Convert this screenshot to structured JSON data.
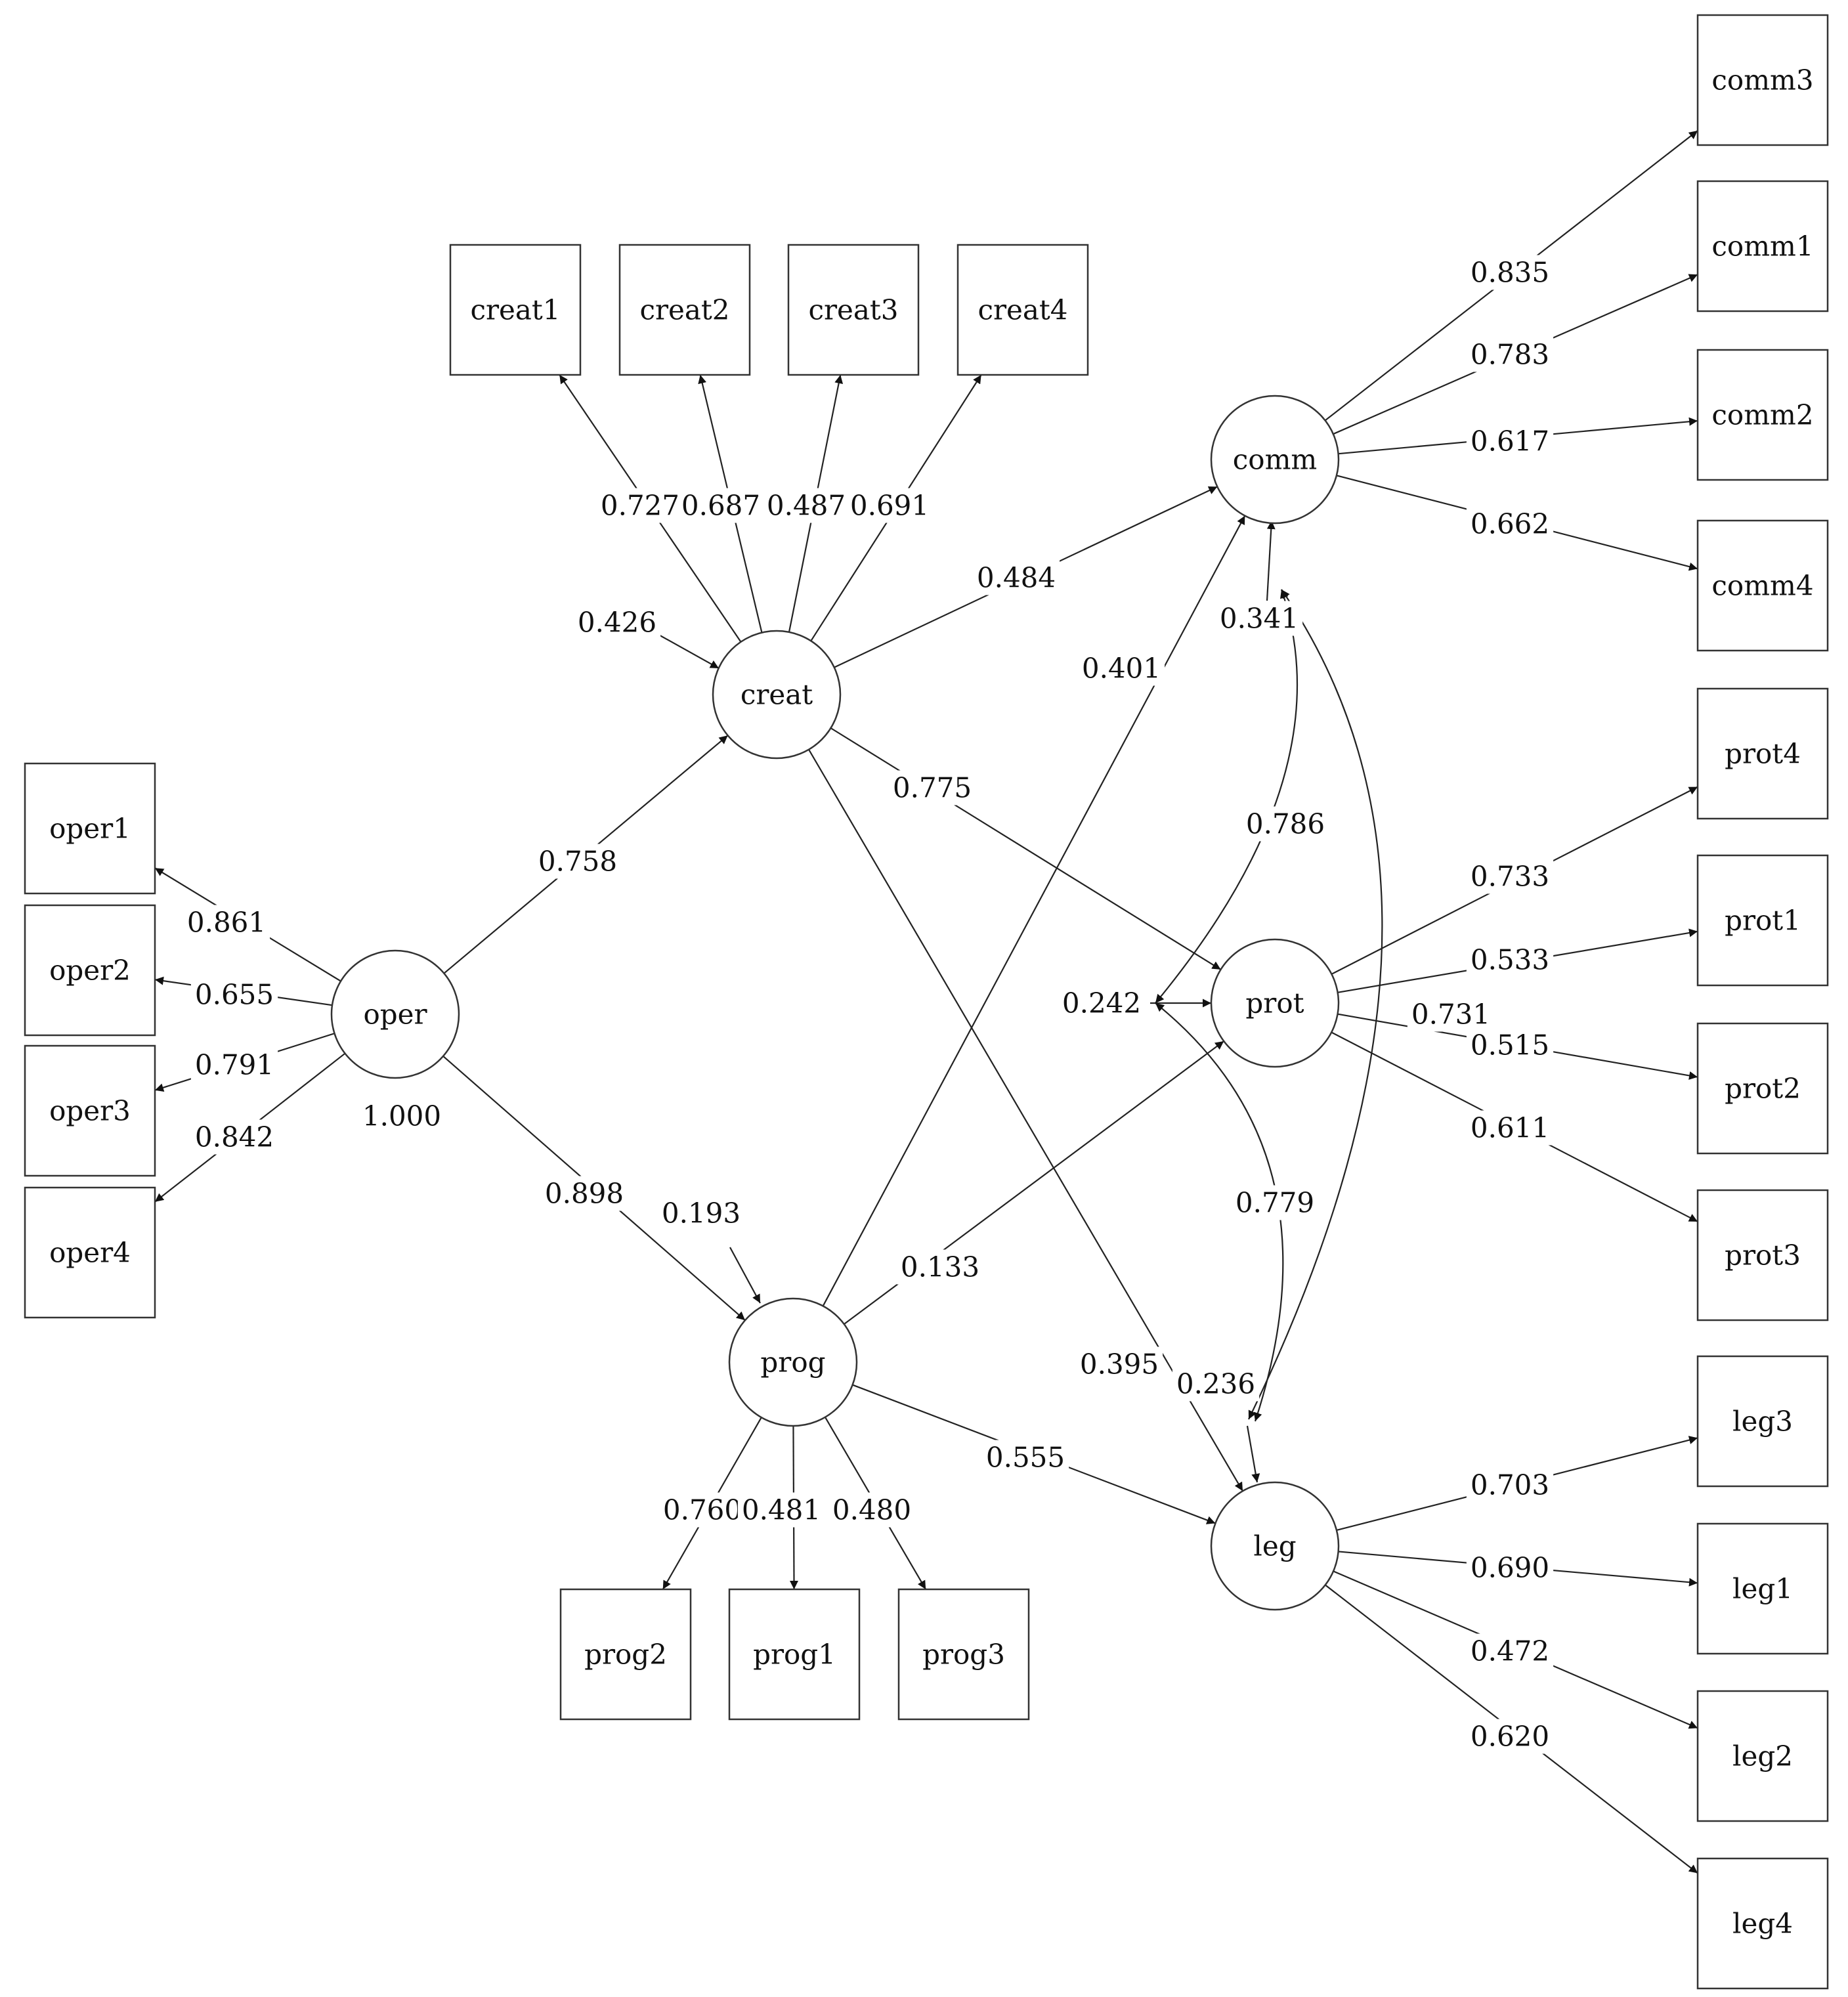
{
  "latent": [
    {
      "id": "oper",
      "label": "oper"
    },
    {
      "id": "creat",
      "label": "creat"
    },
    {
      "id": "prog",
      "label": "prog"
    },
    {
      "id": "comm",
      "label": "comm"
    },
    {
      "id": "prot",
      "label": "prot"
    },
    {
      "id": "leg",
      "label": "leg"
    }
  ],
  "observed": [
    {
      "id": "oper1",
      "label": "oper1"
    },
    {
      "id": "oper2",
      "label": "oper2"
    },
    {
      "id": "oper3",
      "label": "oper3"
    },
    {
      "id": "oper4",
      "label": "oper4"
    },
    {
      "id": "creat1",
      "label": "creat1"
    },
    {
      "id": "creat2",
      "label": "creat2"
    },
    {
      "id": "creat3",
      "label": "creat3"
    },
    {
      "id": "creat4",
      "label": "creat4"
    },
    {
      "id": "prog2",
      "label": "prog2"
    },
    {
      "id": "prog1",
      "label": "prog1"
    },
    {
      "id": "prog3",
      "label": "prog3"
    },
    {
      "id": "comm3",
      "label": "comm3"
    },
    {
      "id": "comm1",
      "label": "comm1"
    },
    {
      "id": "comm2",
      "label": "comm2"
    },
    {
      "id": "comm4",
      "label": "comm4"
    },
    {
      "id": "prot4",
      "label": "prot4"
    },
    {
      "id": "prot1",
      "label": "prot1"
    },
    {
      "id": "prot2",
      "label": "prot2"
    },
    {
      "id": "prot3",
      "label": "prot3"
    },
    {
      "id": "leg3",
      "label": "leg3"
    },
    {
      "id": "leg1",
      "label": "leg1"
    },
    {
      "id": "leg2",
      "label": "leg2"
    },
    {
      "id": "leg4",
      "label": "leg4"
    }
  ],
  "loadings": [
    {
      "from": "oper",
      "to": "oper1",
      "value": "0.861"
    },
    {
      "from": "oper",
      "to": "oper2",
      "value": "0.655"
    },
    {
      "from": "oper",
      "to": "oper3",
      "value": "0.791"
    },
    {
      "from": "oper",
      "to": "oper4",
      "value": "0.842"
    },
    {
      "from": "creat",
      "to": "creat1",
      "value": "0.727"
    },
    {
      "from": "creat",
      "to": "creat2",
      "value": "0.687"
    },
    {
      "from": "creat",
      "to": "creat3",
      "value": "0.487"
    },
    {
      "from": "creat",
      "to": "creat4",
      "value": "0.691"
    },
    {
      "from": "prog",
      "to": "prog2",
      "value": "0.760"
    },
    {
      "from": "prog",
      "to": "prog1",
      "value": "0.481"
    },
    {
      "from": "prog",
      "to": "prog3",
      "value": "0.480"
    },
    {
      "from": "comm",
      "to": "comm3",
      "value": "0.835"
    },
    {
      "from": "comm",
      "to": "comm1",
      "value": "0.783"
    },
    {
      "from": "comm",
      "to": "comm2",
      "value": "0.617"
    },
    {
      "from": "comm",
      "to": "comm4",
      "value": "0.662"
    },
    {
      "from": "prot",
      "to": "prot4",
      "value": "0.733"
    },
    {
      "from": "prot",
      "to": "prot1",
      "value": "0.533"
    },
    {
      "from": "prot",
      "to": "prot2",
      "value": "0.515"
    },
    {
      "from": "prot",
      "to": "prot3",
      "value": "0.611"
    },
    {
      "from": "leg",
      "to": "leg3",
      "value": "0.703"
    },
    {
      "from": "leg",
      "to": "leg1",
      "value": "0.690"
    },
    {
      "from": "leg",
      "to": "leg2",
      "value": "0.472"
    },
    {
      "from": "leg",
      "to": "leg4",
      "value": "0.620"
    }
  ],
  "paths": [
    {
      "from": "oper",
      "to": "creat",
      "value": "0.758"
    },
    {
      "from": "oper",
      "to": "prog",
      "value": "0.898"
    },
    {
      "from": "creat",
      "to": "comm",
      "value": "0.484"
    },
    {
      "from": "creat",
      "to": "prot",
      "value": "0.775"
    },
    {
      "from": "creat",
      "to": "leg",
      "value": "0.395"
    },
    {
      "from": "prog",
      "to": "comm",
      "value": "0.401"
    },
    {
      "from": "prog",
      "to": "prot",
      "value": "0.133"
    },
    {
      "from": "prog",
      "to": "leg",
      "value": "0.555"
    }
  ],
  "residuals": [
    {
      "node": "creat",
      "value": "0.426"
    },
    {
      "node": "prog",
      "value": "0.193"
    },
    {
      "node": "comm",
      "value": "0.341"
    },
    {
      "node": "prot",
      "value": "0.242"
    },
    {
      "node": "leg",
      "value": "0.236"
    }
  ],
  "variances": [
    {
      "node": "oper",
      "value": "1.000"
    }
  ],
  "covariances": [
    {
      "a": "comm",
      "b": "prot",
      "value": "0.786"
    },
    {
      "a": "prot",
      "b": "leg",
      "value": "0.779"
    },
    {
      "a": "comm",
      "b": "leg",
      "value": "0.731"
    }
  ]
}
